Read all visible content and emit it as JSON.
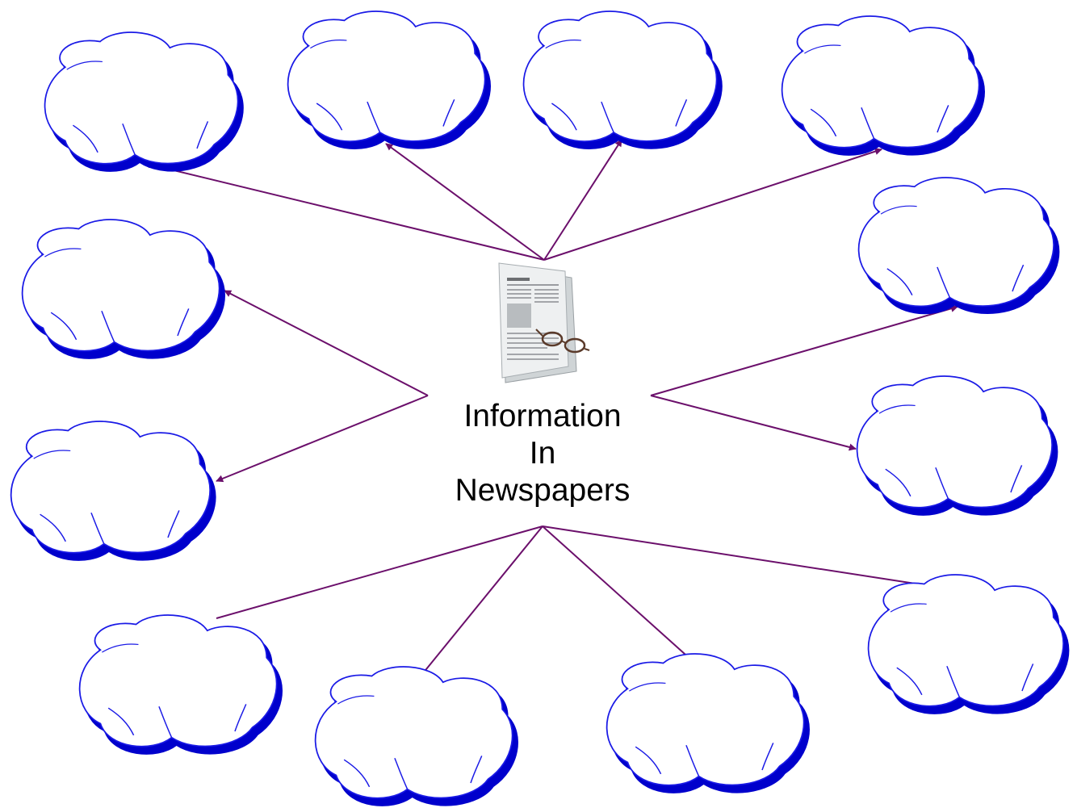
{
  "center_topic": {
    "lines": [
      "Information",
      "In",
      "Newspapers"
    ],
    "image": "newspaper-with-glasses-icon"
  },
  "bubbles": [
    {
      "id": "top-1",
      "text": ""
    },
    {
      "id": "top-2",
      "text": ""
    },
    {
      "id": "top-3",
      "text": ""
    },
    {
      "id": "top-4",
      "text": ""
    },
    {
      "id": "right-1",
      "text": ""
    },
    {
      "id": "right-2",
      "text": ""
    },
    {
      "id": "right-3",
      "text": ""
    },
    {
      "id": "left-1",
      "text": ""
    },
    {
      "id": "left-2",
      "text": ""
    },
    {
      "id": "bottom-1",
      "text": ""
    },
    {
      "id": "bottom-2",
      "text": ""
    },
    {
      "id": "bottom-3",
      "text": ""
    }
  ],
  "colors": {
    "cloud_outline": "#1a1ae6",
    "cloud_shadow": "#0000cc",
    "connector": "#6b0f6b",
    "text": "#000000",
    "background": "#ffffff"
  }
}
